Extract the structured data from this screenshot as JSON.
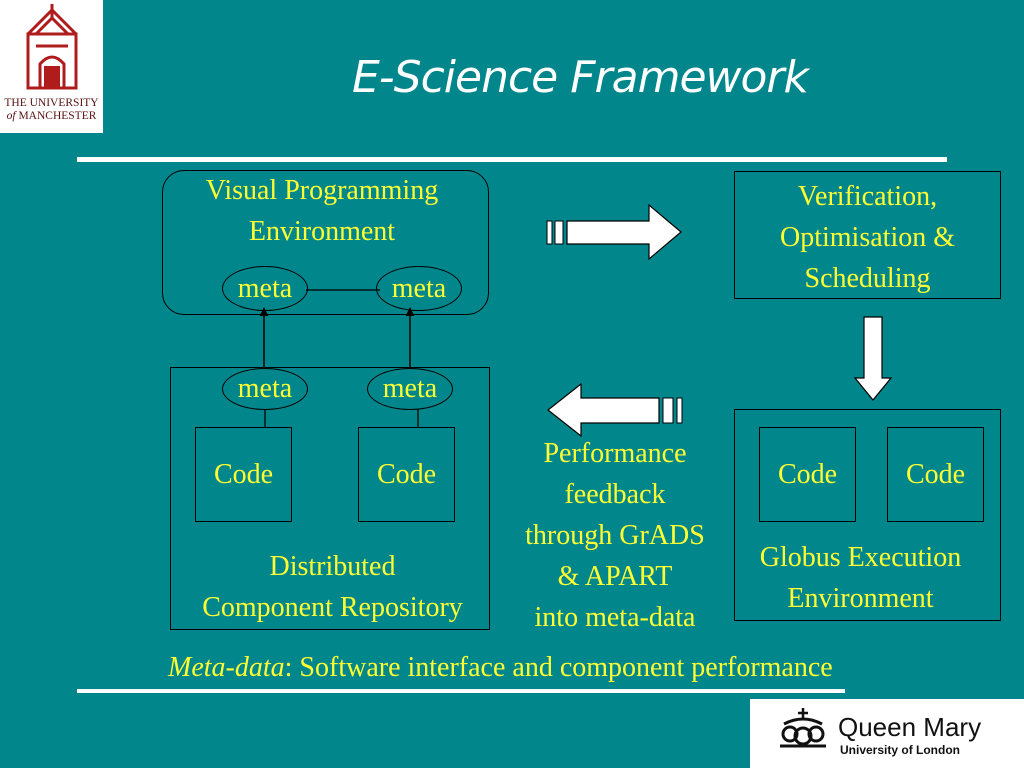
{
  "slide": {
    "title": "E-Science Framework",
    "footer_italic": "Meta-data",
    "footer_rest": ": Software interface and component performance"
  },
  "logos": {
    "manchester_line1": "THE UNIVERSITY",
    "manchester_line2_of": "of",
    "manchester_line2": "MANCHESTER",
    "qm_name": "Queen Mary",
    "qm_sub": "University of London"
  },
  "vpe": {
    "line1": "Visual Programming",
    "line2": "Environment",
    "meta_left": "meta",
    "meta_right": "meta"
  },
  "repo": {
    "meta_left": "meta",
    "meta_right": "meta",
    "code_left": "Code",
    "code_right": "Code",
    "line1": "Distributed",
    "line2": "Component Repository"
  },
  "verify": {
    "line1": "Verification,",
    "line2": "Optimisation &",
    "line3": "Scheduling"
  },
  "globus": {
    "code_left": "Code",
    "code_right": "Code",
    "line1": "Globus Execution",
    "line2": "Environment"
  },
  "feedback": {
    "line1": "Performance",
    "line2": "feedback",
    "line3": "through GrADS",
    "line4": "& APART",
    "line5": "into meta-data"
  },
  "colors": {
    "background": "#00868b",
    "text": "#ffff33",
    "title": "#ffffff"
  }
}
